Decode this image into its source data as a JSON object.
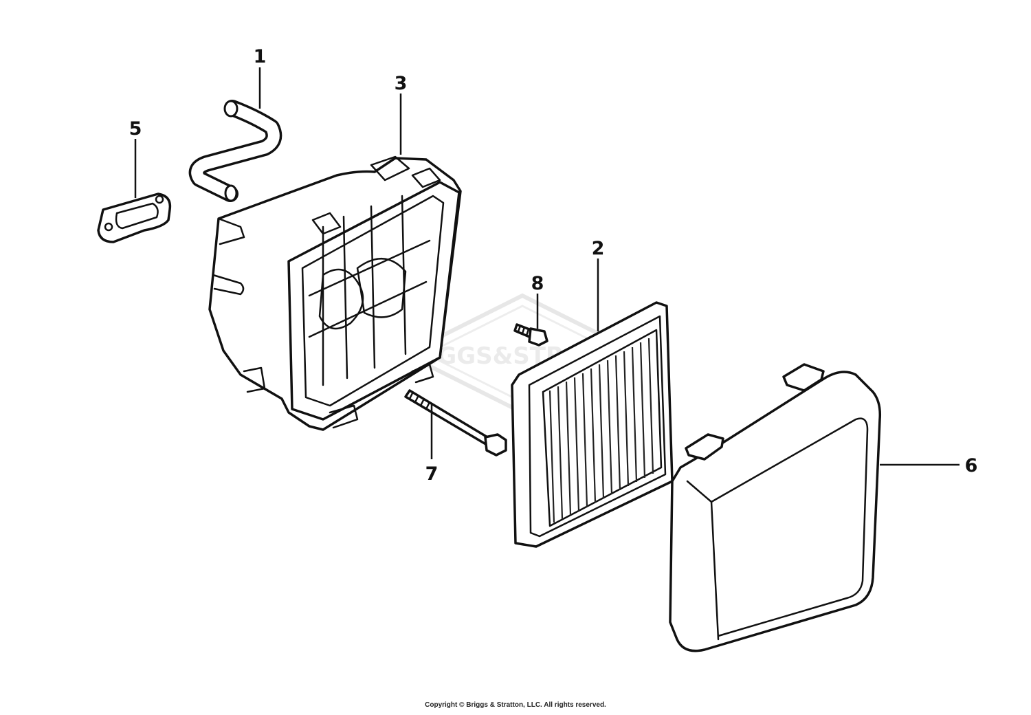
{
  "callouts": [
    {
      "id": "1",
      "label": "1"
    },
    {
      "id": "2",
      "label": "2"
    },
    {
      "id": "3",
      "label": "3"
    },
    {
      "id": "5",
      "label": "5"
    },
    {
      "id": "6",
      "label": "6"
    },
    {
      "id": "7",
      "label": "7"
    },
    {
      "id": "8",
      "label": "8"
    }
  ],
  "watermark": {
    "text": "BRIGGS&STRATTON"
  },
  "footer": {
    "copyright": "Copyright © Briggs & Stratton, LLC. All rights reserved."
  },
  "colors": {
    "ink": "#111111",
    "background": "#ffffff",
    "watermark": "#e6e6e6"
  }
}
